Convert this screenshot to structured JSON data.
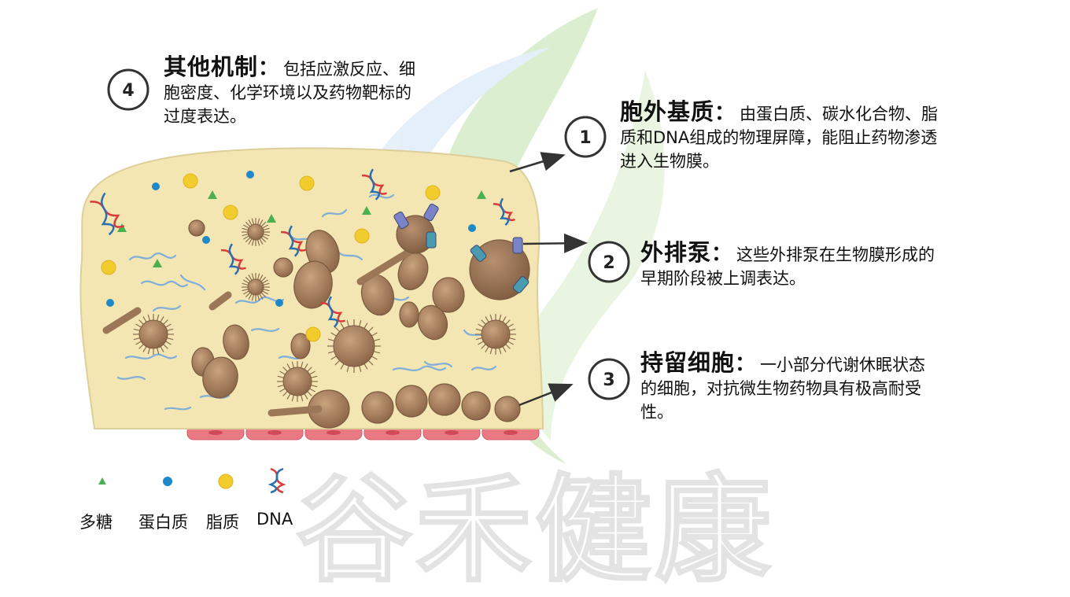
{
  "callouts": [
    {
      "num": "4",
      "title": "其他机制",
      "colon": "：",
      "lines": [
        "包括应激反应、细",
        "胞密度、化学环境以及药物靶标的",
        "过度表达。"
      ]
    },
    {
      "num": "1",
      "title": "胞外基质",
      "colon": "：",
      "lines": [
        "由蛋白质、碳水化合物、脂",
        "质和DNA组成的物理屏障，能阻止药物渗透",
        "进入生物膜。"
      ]
    },
    {
      "num": "2",
      "title": "外排泵",
      "colon": "：",
      "lines": [
        "这些外排泵在生物膜形成的",
        "早期阶段被上调表达。"
      ]
    },
    {
      "num": "3",
      "title": "持留细胞",
      "colon": "：",
      "lines": [
        "一小部分代谢休眠状态",
        "的细胞，对抗微生物药物具有极高耐受",
        "性。"
      ]
    }
  ],
  "legend": [
    {
      "label": "多糖",
      "icon": "green-triangle",
      "color": "#4caf50"
    },
    {
      "label": "蛋白质",
      "icon": "blue-dot",
      "color": "#1e88c8"
    },
    {
      "label": "脂质",
      "icon": "yellow-dot",
      "color": "#f2cc2c"
    },
    {
      "label": "DNA",
      "icon": "dna-helix",
      "color": "#d93b3b"
    }
  ],
  "watermark": {
    "text": "谷禾健康"
  },
  "colors": {
    "matrix": "#f3e6b2",
    "matrix_edge": "#dccf9a",
    "cell": "#a57c5c",
    "cell_dark": "#7a5a40",
    "host_cell": "#e97a84",
    "fiber": "#6aa3df"
  }
}
